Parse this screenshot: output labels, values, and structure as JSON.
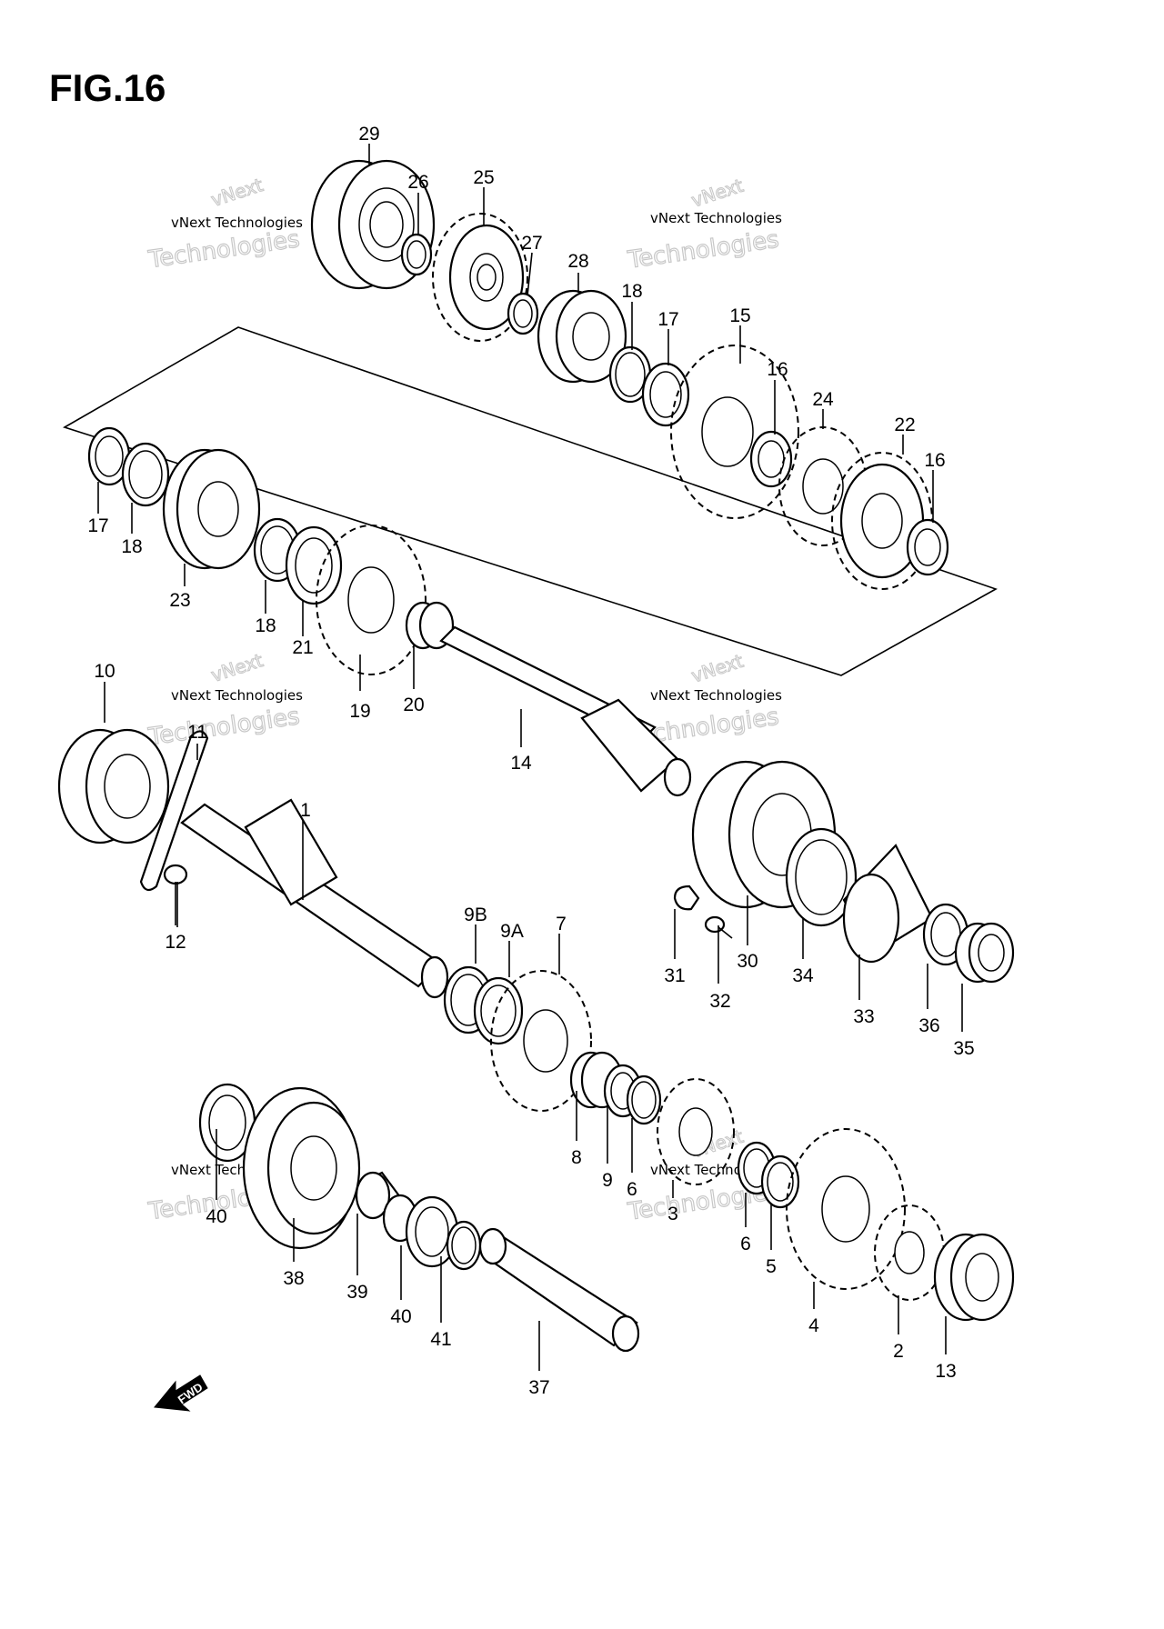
{
  "figure": {
    "title": "FIG.16"
  },
  "watermark": {
    "line0": "vNext",
    "line1": "vNext Technologies",
    "line2": "Technologies"
  },
  "fwd": {
    "text": "FWD"
  },
  "parts": [
    {
      "id": "1",
      "label": "1"
    },
    {
      "id": "2",
      "label": "2"
    },
    {
      "id": "3",
      "label": "3"
    },
    {
      "id": "4",
      "label": "4"
    },
    {
      "id": "5",
      "label": "5"
    },
    {
      "id": "6a",
      "label": "6"
    },
    {
      "id": "6b",
      "label": "6"
    },
    {
      "id": "7",
      "label": "7"
    },
    {
      "id": "8",
      "label": "8"
    },
    {
      "id": "9",
      "label": "9"
    },
    {
      "id": "9A",
      "label": "9A"
    },
    {
      "id": "9B",
      "label": "9B"
    },
    {
      "id": "10",
      "label": "10"
    },
    {
      "id": "11",
      "label": "11"
    },
    {
      "id": "12",
      "label": "12"
    },
    {
      "id": "13",
      "label": "13"
    },
    {
      "id": "14",
      "label": "14"
    },
    {
      "id": "15",
      "label": "15"
    },
    {
      "id": "16a",
      "label": "16"
    },
    {
      "id": "16b",
      "label": "16"
    },
    {
      "id": "17a",
      "label": "17"
    },
    {
      "id": "17b",
      "label": "17"
    },
    {
      "id": "18a",
      "label": "18"
    },
    {
      "id": "18b",
      "label": "18"
    },
    {
      "id": "18c",
      "label": "18"
    },
    {
      "id": "19",
      "label": "19"
    },
    {
      "id": "20",
      "label": "20"
    },
    {
      "id": "21",
      "label": "21"
    },
    {
      "id": "22",
      "label": "22"
    },
    {
      "id": "23",
      "label": "23"
    },
    {
      "id": "24",
      "label": "24"
    },
    {
      "id": "25",
      "label": "25"
    },
    {
      "id": "26",
      "label": "26"
    },
    {
      "id": "27",
      "label": "27"
    },
    {
      "id": "28",
      "label": "28"
    },
    {
      "id": "29",
      "label": "29"
    },
    {
      "id": "30",
      "label": "30"
    },
    {
      "id": "31",
      "label": "31"
    },
    {
      "id": "32",
      "label": "32"
    },
    {
      "id": "33",
      "label": "33"
    },
    {
      "id": "34",
      "label": "34"
    },
    {
      "id": "35",
      "label": "35"
    },
    {
      "id": "36",
      "label": "36"
    },
    {
      "id": "37",
      "label": "37"
    },
    {
      "id": "38",
      "label": "38"
    },
    {
      "id": "39",
      "label": "39"
    },
    {
      "id": "40a",
      "label": "40"
    },
    {
      "id": "40b",
      "label": "40"
    },
    {
      "id": "41",
      "label": "41"
    }
  ]
}
